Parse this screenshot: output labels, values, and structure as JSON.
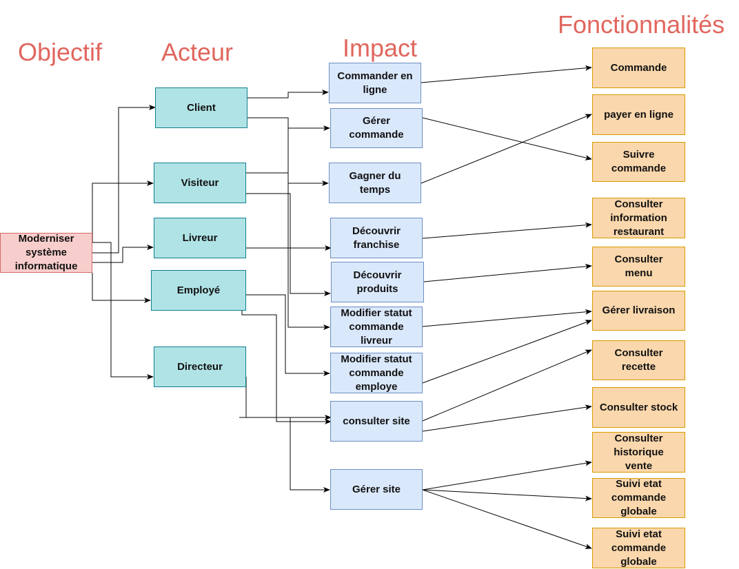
{
  "headings": {
    "objectif": "Objectif",
    "acteur": "Acteur",
    "impact": "Impact",
    "fonctionnalites": "Fonctionnalités"
  },
  "objective": {
    "label": "Moderniser\nsystème\ninformatique"
  },
  "actors": {
    "client": "Client",
    "visiteur": "Visiteur",
    "livreur": "Livreur",
    "employe": "Employé",
    "directeur": "Directeur"
  },
  "impacts": {
    "commander_en_ligne": "Commander en\nligne",
    "gerer_commande": "Gérer\ncommande",
    "gagner_du_temps": "Gagner du\ntemps",
    "decouvrir_franchise": "Découvrir\nfranchise",
    "decouvrir_produits": "Découvrir\nproduits",
    "modifier_statut_livreur": "Modifier statut\ncommande\nlivreur",
    "modifier_statut_employe": "Modifier statut\ncommande\nemploye",
    "consulter_site": "consulter site",
    "gerer_site": "Gérer site"
  },
  "features": {
    "commande": "Commande",
    "payer_en_ligne": "payer en ligne",
    "suivre_commande": "Suivre\ncommande",
    "consulter_information_restaurant": "Consulter\ninformation\nrestaurant",
    "consulter_menu": "Consulter\nmenu",
    "gerer_livraison": "Gérer livraison",
    "consulter_recette": "Consulter\nrecette",
    "consulter_stock": "Consulter stock",
    "consulter_historique_vente": "Consulter\nhistorique\nvente",
    "suivi_etat_commande_globale_1": "Suivi etat\ncommande\nglobale",
    "suivi_etat_commande_globale_2": "Suivi etat\ncommande\nglobale"
  },
  "colors": {
    "heading": "#e0665e",
    "objective_fill": "#f8cecc",
    "actor_fill": "#b0e3e6",
    "impact_fill": "#dae8fc",
    "feature_fill": "#fad7ac",
    "edge": "#000000"
  }
}
